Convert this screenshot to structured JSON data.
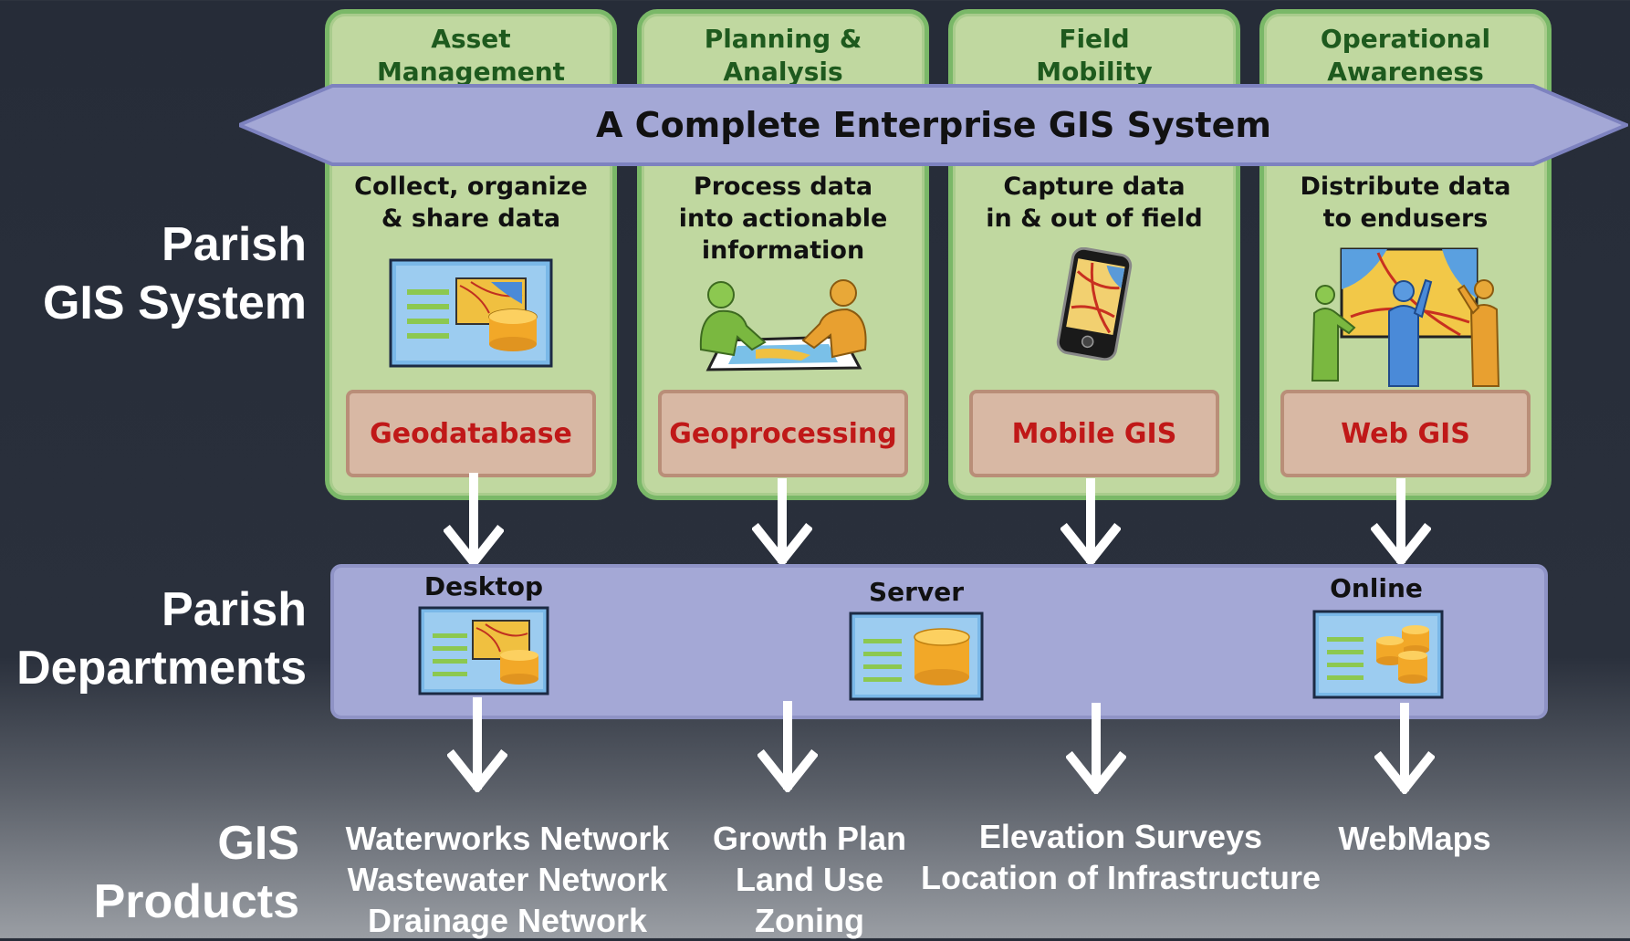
{
  "row_labels": {
    "system": [
      "Parish",
      "GIS System"
    ],
    "departments": [
      "Parish",
      "Departments"
    ],
    "products": [
      "GIS",
      "Products"
    ]
  },
  "banner": {
    "title": "A Complete Enterprise GIS System"
  },
  "columns": [
    {
      "heading": [
        "Asset",
        "Management"
      ],
      "description": [
        "Collect, organize",
        "& share data"
      ],
      "technology": "Geodatabase",
      "icon": "geodatabase-map-icon"
    },
    {
      "heading": [
        "Planning &",
        "Analysis"
      ],
      "description": [
        "Process data",
        "into actionable",
        "information"
      ],
      "technology": "Geoprocessing",
      "icon": "people-reviewing-map-icon"
    },
    {
      "heading": [
        "Field",
        "Mobility"
      ],
      "description": [
        "Capture data",
        "in & out of field"
      ],
      "technology": "Mobile GIS",
      "icon": "smartphone-map-icon"
    },
    {
      "heading": [
        "Operational",
        "Awareness"
      ],
      "description": [
        "Distribute data",
        "to endusers"
      ],
      "technology": "Web GIS",
      "icon": "people-presenting-map-icon"
    }
  ],
  "platforms": [
    {
      "label": "Desktop",
      "icon": "desktop-map-database-icon"
    },
    {
      "label": "Server",
      "icon": "server-database-icon"
    },
    {
      "label": "Online",
      "icon": "online-database-stack-icon"
    }
  ],
  "products": [
    [
      "Waterworks Network",
      "Wastewater Network",
      "Drainage Network"
    ],
    [
      "Growth Plan",
      "Land Use",
      "Zoning"
    ],
    [
      "Elevation Surveys",
      "Location of Infrastructure"
    ],
    [
      "WebMaps"
    ]
  ],
  "colors": {
    "background": "#262c38",
    "column_fill": "#c0d8a0",
    "column_border": "#7ab868",
    "heading_text": "#1e5a1e",
    "technology_text": "#c01818",
    "technology_fill": "#d8b8a4",
    "banner_fill": "#a4a8d6",
    "band_fill": "#a4a8d6"
  }
}
